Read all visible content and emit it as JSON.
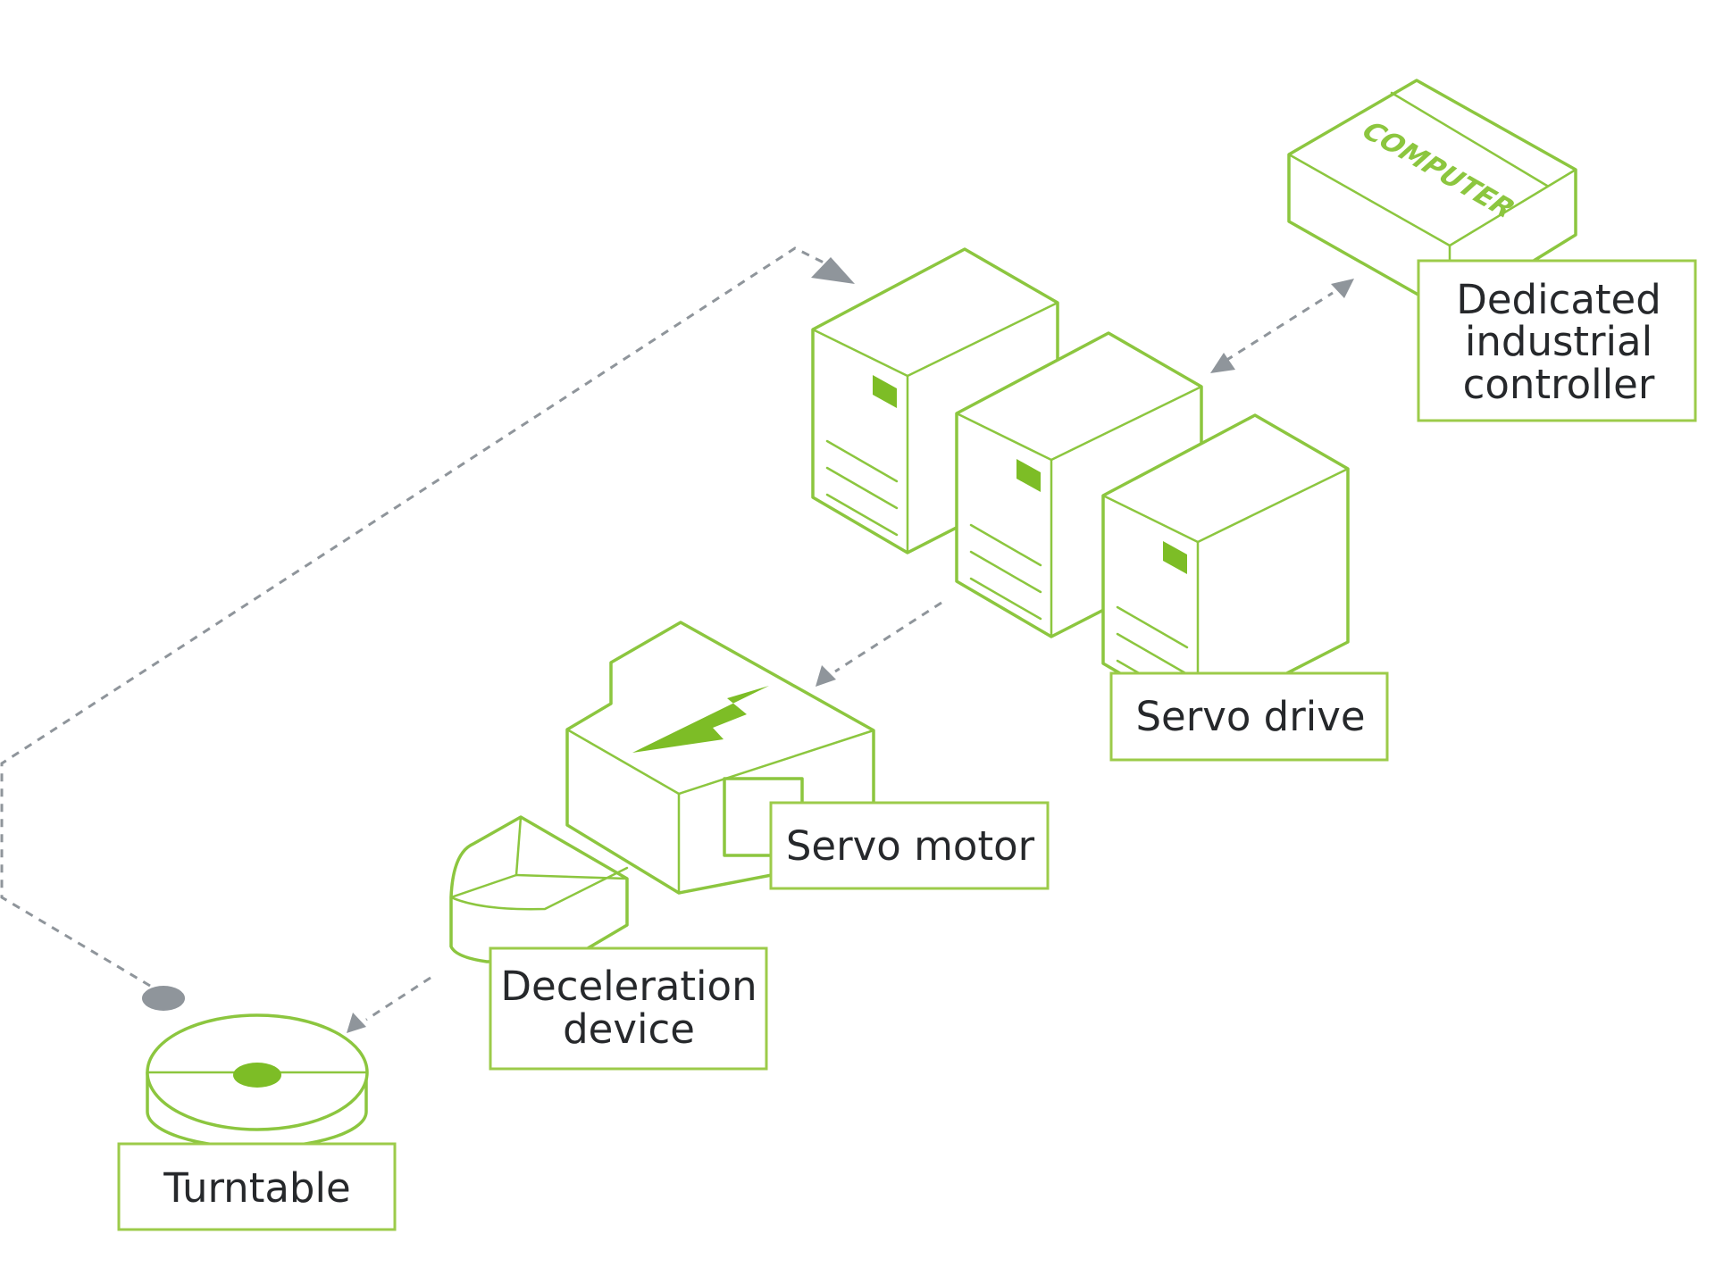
{
  "diagram": {
    "type": "isometric system diagram",
    "colors": {
      "accent_green": "#8cc63f",
      "connector_gray": "#8f959b",
      "label_text": "#26282b",
      "background": "#ffffff"
    },
    "components": {
      "controller": {
        "label_lines": [
          "Dedicated",
          "industrial",
          "controller"
        ],
        "device_text": "COMPUTER",
        "icon": "computer-box-icon"
      },
      "servo_drive": {
        "label": "Servo drive",
        "icon": "server-tower-icon",
        "units": 3
      },
      "servo_motor": {
        "label": "Servo motor",
        "icon": "lightning-bolt-icon"
      },
      "deceleration_device": {
        "label_lines": [
          "Deceleration",
          "device"
        ],
        "icon": "gear-reducer-icon"
      },
      "turntable": {
        "label": "Turntable",
        "icon": "turntable-disc-icon"
      }
    },
    "connections": [
      {
        "from": "controller",
        "to": "servo_drive",
        "style": "dashed",
        "direction": "bidirectional"
      },
      {
        "from": "servo_drive",
        "to": "servo_motor",
        "style": "dashed",
        "direction": "forward"
      },
      {
        "from": "deceleration_device",
        "to": "turntable",
        "style": "dashed",
        "direction": "forward"
      },
      {
        "from": "turntable",
        "to": "servo_drive",
        "style": "dashed",
        "direction": "feedback"
      }
    ]
  }
}
